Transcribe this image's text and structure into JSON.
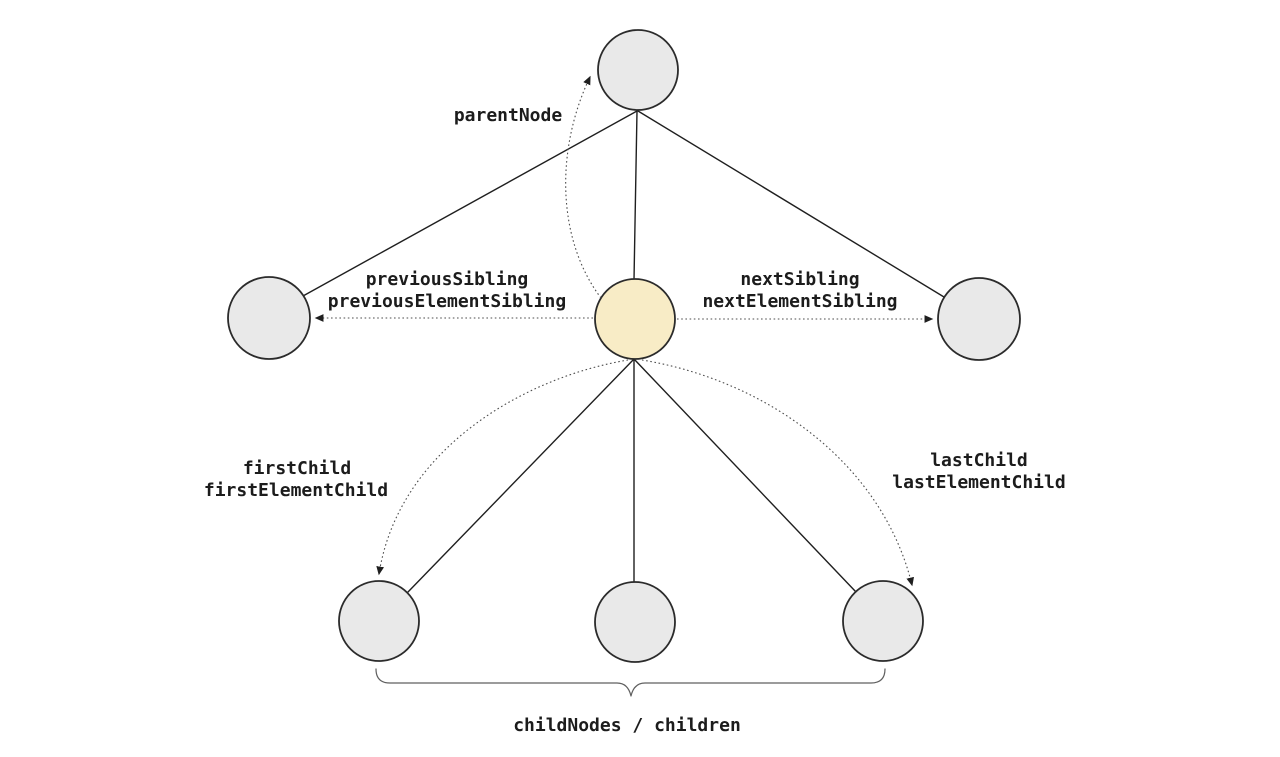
{
  "diagram": {
    "colors": {
      "background": "#ffffff",
      "node_fill": "#e9e9e9",
      "node_stroke": "#2b2b2b",
      "current_node_fill": "#f8ecc6",
      "solid_line": "#1f1f1f",
      "dotted_line": "#4d4d4d",
      "brace": "#5f5f5f",
      "text": "#1c1c1c"
    },
    "labels": {
      "parent_node": "parentNode",
      "previous_sibling": [
        "previousSibling",
        "previousElementSibling"
      ],
      "next_sibling": [
        "nextSibling",
        "nextElementSibling"
      ],
      "first_child": [
        "firstChild",
        "firstElementChild"
      ],
      "last_child": [
        "lastChild",
        "lastElementChild"
      ],
      "children_group": "childNodes / children"
    }
  }
}
